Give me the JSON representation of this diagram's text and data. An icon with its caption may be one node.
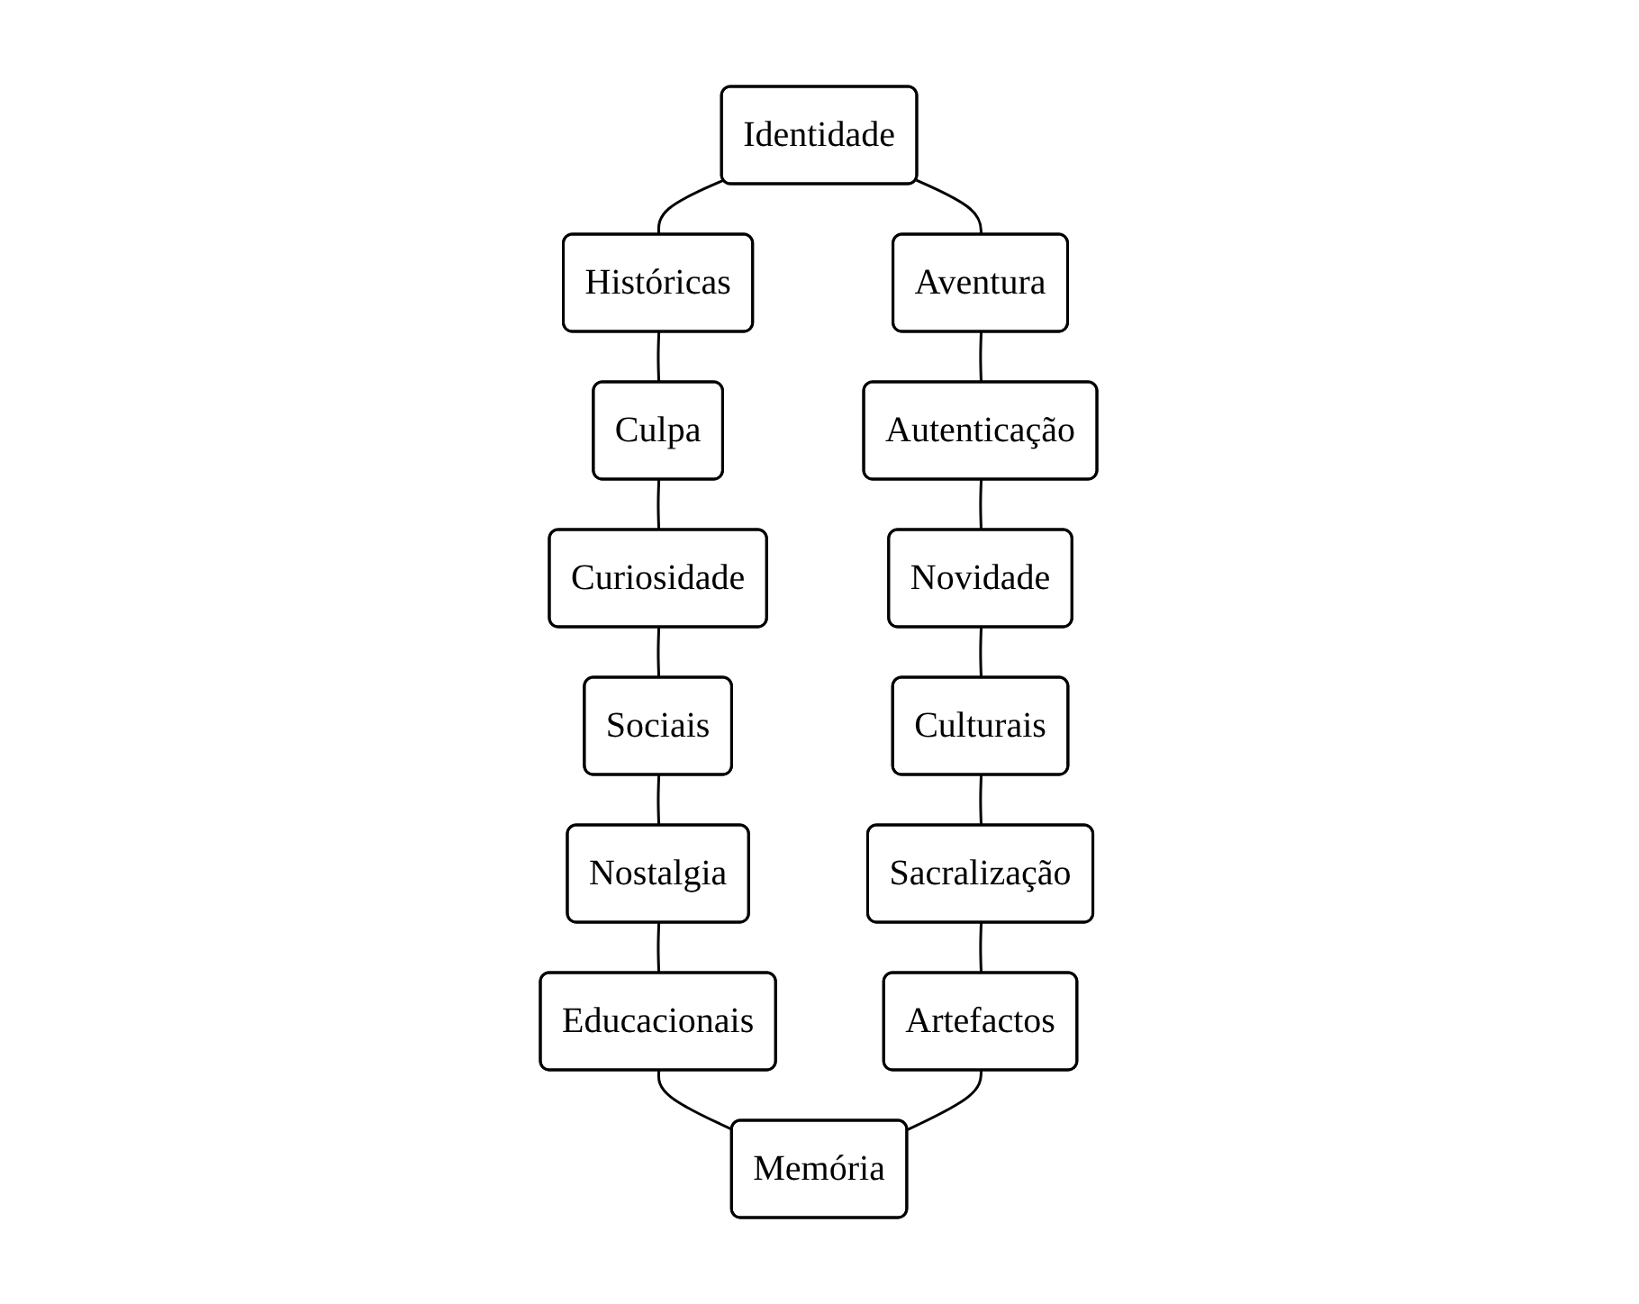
{
  "diagram": {
    "nodes": [
      {
        "text": [
          "Identidade"
        ]
      },
      {
        "text": [
          "Históricas"
        ]
      },
      {
        "text": [
          "Culpa"
        ]
      },
      {
        "text": [
          "Curiosidade"
        ]
      },
      {
        "text": [
          "Sociais"
        ]
      },
      {
        "text": [
          "Nostalgia"
        ]
      },
      {
        "text": [
          "Educacionais"
        ]
      },
      {
        "text": [
          "Memória"
        ]
      },
      {
        "text": [
          "Artefactos"
        ]
      },
      {
        "text": [
          "Sacralização"
        ]
      },
      {
        "text": [
          "Culturais"
        ]
      },
      {
        "text": [
          "Novidade"
        ]
      },
      {
        "text": [
          "Autenticação"
        ]
      },
      {
        "text": [
          "Aventura"
        ]
      }
    ],
    "edges": [
      {
        "from": 0,
        "to": 1,
        "arrow": "none"
      },
      {
        "from": 1,
        "to": 2,
        "arrow": "none"
      },
      {
        "from": 2,
        "to": 3,
        "arrow": "none"
      },
      {
        "from": 3,
        "to": 4,
        "arrow": "none"
      },
      {
        "from": 4,
        "to": 5,
        "arrow": "none"
      },
      {
        "from": 5,
        "to": 6,
        "arrow": "none"
      },
      {
        "from": 6,
        "to": 7,
        "arrow": "none"
      },
      {
        "from": 0,
        "to": 13,
        "arrow": "none"
      },
      {
        "from": 13,
        "to": 12,
        "arrow": "none"
      },
      {
        "from": 12,
        "to": 11,
        "arrow": "none"
      },
      {
        "from": 11,
        "to": 10,
        "arrow": "none"
      },
      {
        "from": 10,
        "to": 9,
        "arrow": "none"
      },
      {
        "from": 9,
        "to": 8,
        "arrow": "none"
      },
      {
        "from": 8,
        "to": 7,
        "arrow": "none"
      }
    ]
  }
}
